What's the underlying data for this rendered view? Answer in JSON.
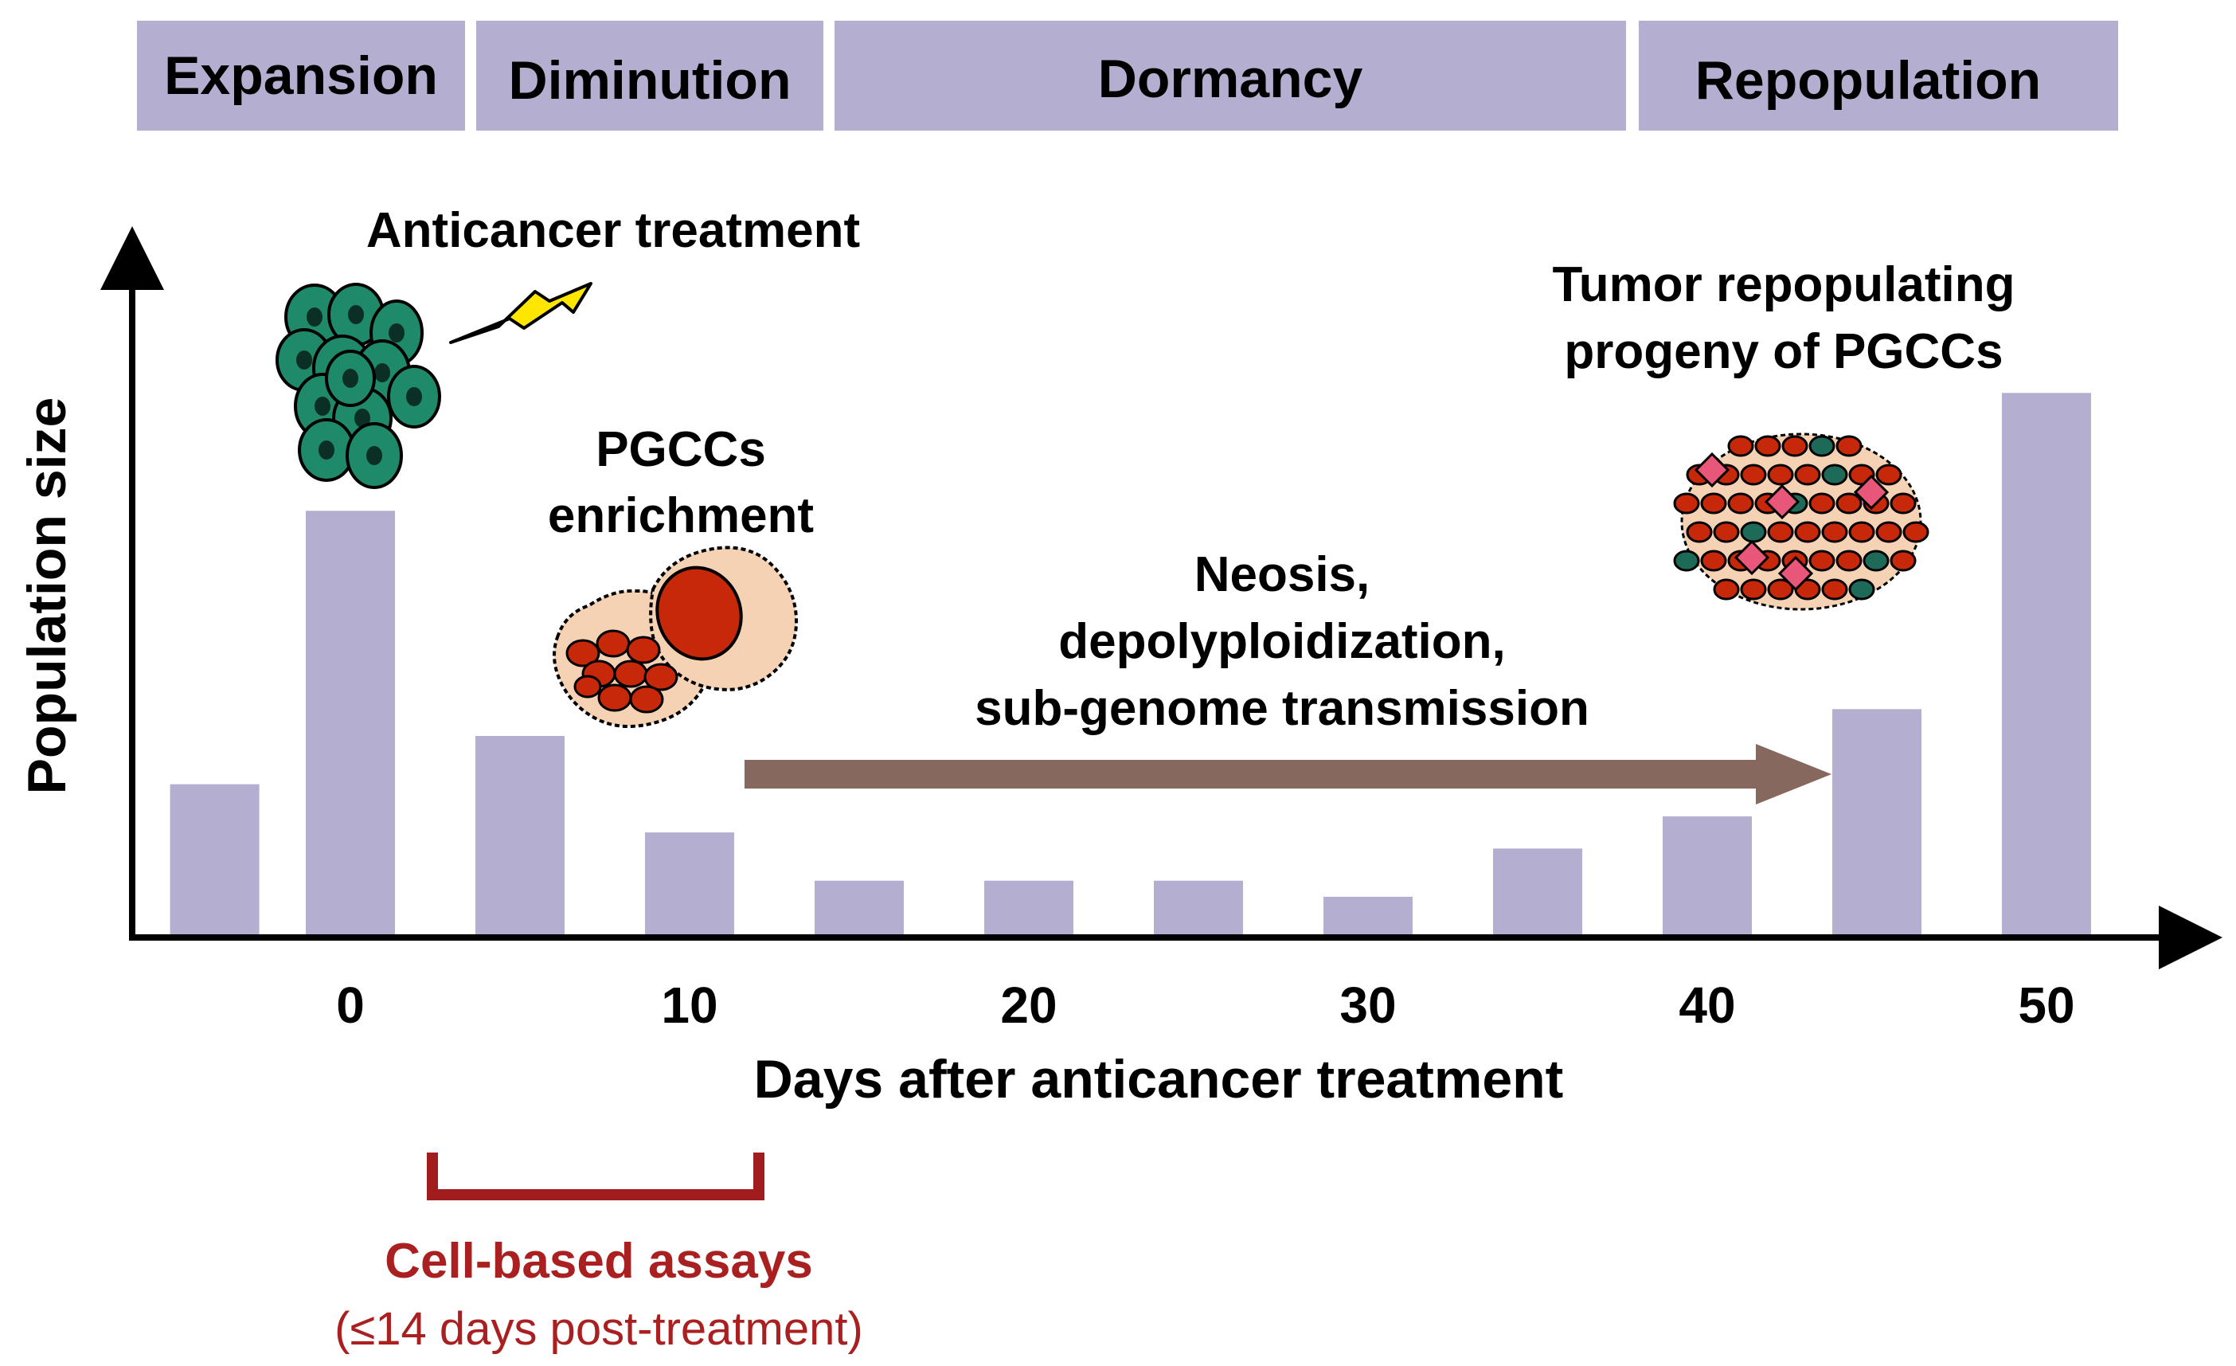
{
  "colors": {
    "bar": "#b4afd0",
    "phase_band": "#b4afd0",
    "axis": "#000000",
    "arrow": "#87685f",
    "bracket": "#a11c1c",
    "cell_green": "#1e8a6a",
    "cell_red": "#c8280a",
    "cell_peach": "#f6d2b4"
  },
  "phases": [
    {
      "label": "Expansion"
    },
    {
      "label": "Diminution"
    },
    {
      "label": "Dormancy"
    },
    {
      "label": "Repopulation"
    }
  ],
  "annotations": {
    "treatment": "Anticancer treatment",
    "pgcc_line1": "PGCCs",
    "pgcc_line2": "enrichment",
    "neosis_line1": "Neosis,",
    "neosis_line2": "depolyploidization,",
    "neosis_line3": "sub-genome transmission",
    "tumor_line1": "Tumor repopulating",
    "tumor_line2": "progeny of PGCCs",
    "assay_title": "Cell-based assays",
    "assay_sub": "(≤14 days post-treatment)"
  },
  "icons": [
    "cell-cluster-icon",
    "lightning-bolt-icon",
    "pgcc-cells-icon",
    "tumor-progeny-icon"
  ],
  "chart_data": {
    "type": "bar",
    "title": "",
    "xlabel": "Days after anticancer treatment",
    "ylabel": "Population size",
    "xticks": [
      0,
      10,
      20,
      30,
      40,
      50
    ],
    "xlim": [
      -6,
      52
    ],
    "ylim": [
      0,
      100
    ],
    "grid": false,
    "x": [
      -4,
      0,
      5,
      10,
      15,
      20,
      25,
      30,
      35,
      40,
      45,
      50
    ],
    "values": [
      28,
      79,
      37,
      19,
      10,
      10,
      10,
      7,
      16,
      22,
      42,
      101
    ]
  }
}
